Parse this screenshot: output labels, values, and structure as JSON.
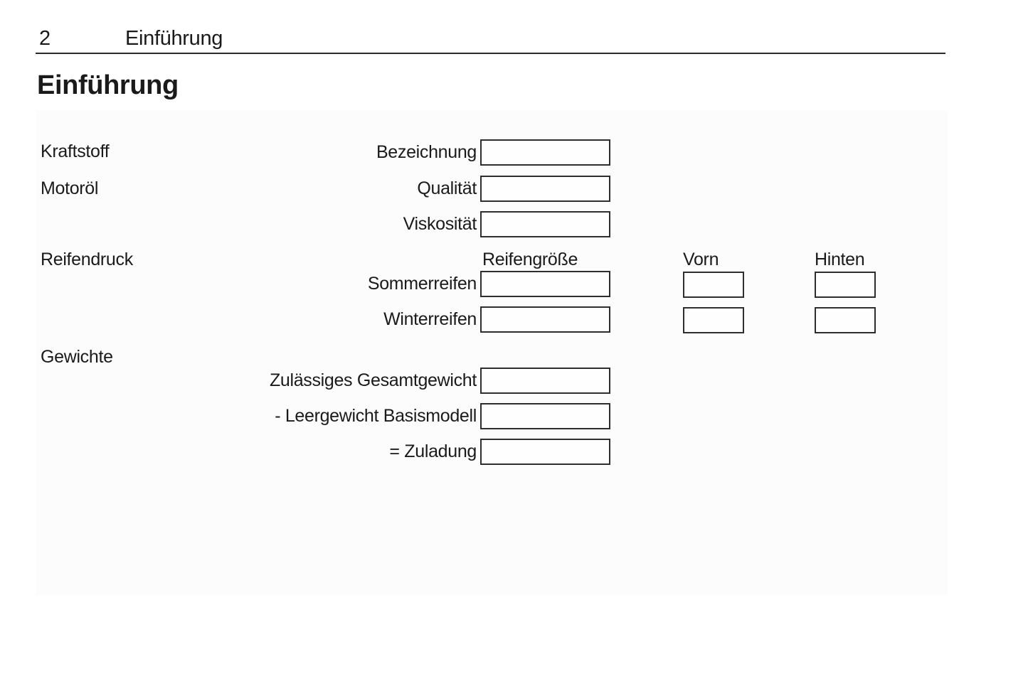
{
  "header": {
    "page_number": "2",
    "chapter_title": "Einführung"
  },
  "page_title": "Einführung",
  "colors": {
    "text": "#1a1a1a",
    "panel_background": "#fcfcfc",
    "box_border": "#2e2e2e",
    "rule": "#2a2a2a"
  },
  "form": {
    "section_labels": {
      "fuel": "Kraftstoff",
      "engine_oil": "Motoröl",
      "tire_pressure": "Reifendruck",
      "weights": "Gewichte"
    },
    "fuel": {
      "designation": {
        "label": "Bezeichnung",
        "value": ""
      }
    },
    "engine_oil": {
      "quality": {
        "label": "Qualität",
        "value": ""
      },
      "viscosity": {
        "label": "Viskosität",
        "value": ""
      }
    },
    "tire_pressure": {
      "columns": {
        "size": "Reifengröße",
        "front": "Vorn",
        "rear": "Hinten"
      },
      "rows": [
        {
          "label": "Sommerreifen",
          "size": "",
          "front": "",
          "rear": ""
        },
        {
          "label": "Winterreifen",
          "size": "",
          "front": "",
          "rear": ""
        }
      ]
    },
    "weights": {
      "rows": [
        {
          "label": "Zulässiges Gesamtgewicht",
          "value": ""
        },
        {
          "label": "- Leergewicht Basismodell",
          "value": ""
        },
        {
          "label": "= Zuladung",
          "value": ""
        }
      ]
    }
  }
}
